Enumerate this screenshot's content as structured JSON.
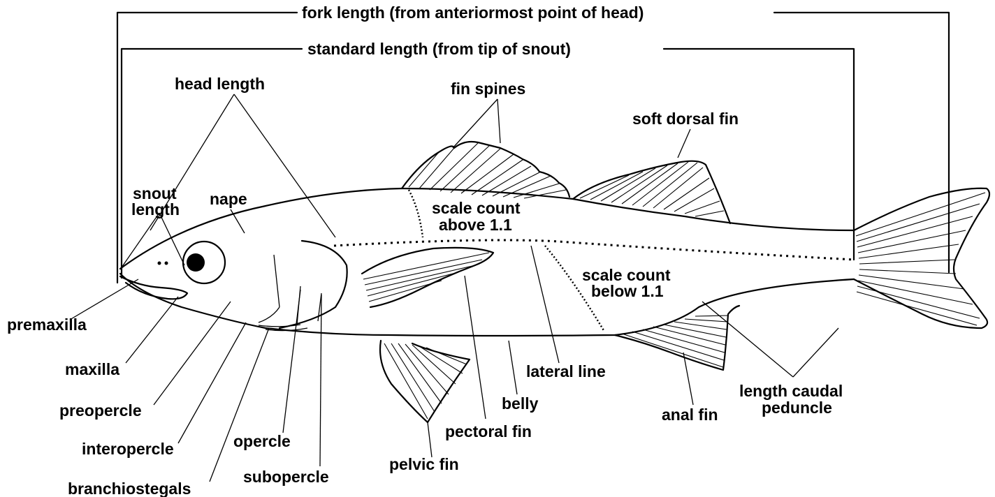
{
  "measurements": {
    "fork_length": "fork length (from anteriormost point of head)",
    "standard_length": "standard length (from tip of snout)",
    "head_length": "head length",
    "snout_length_line1": "snout",
    "snout_length_line2": "length",
    "length_caudal_peduncle_line1": "length caudal",
    "length_caudal_peduncle_line2": "peduncle"
  },
  "parts": {
    "nape": "nape",
    "fin_spines": "fin spines",
    "soft_dorsal_fin": "soft dorsal fin",
    "scale_count_above_line1": "scale count",
    "scale_count_above_line2": "above 1.1",
    "scale_count_below_line1": "scale count",
    "scale_count_below_line2": "below 1.1",
    "premaxilla": "premaxilla",
    "maxilla": "maxilla",
    "preopercle": "preopercle",
    "interopercle": "interopercle",
    "branchiostegals": "branchiostegals",
    "opercle": "opercle",
    "subopercle": "subopercle",
    "pelvic_fin": "pelvic fin",
    "pectoral_fin": "pectoral fin",
    "belly": "belly",
    "lateral_line": "lateral line",
    "anal_fin": "anal fin"
  }
}
